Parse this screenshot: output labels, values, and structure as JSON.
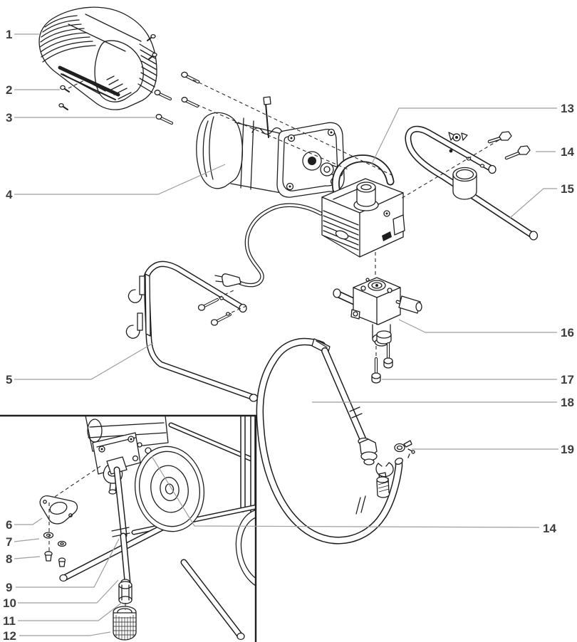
{
  "diagram": {
    "colors": {
      "background": "#ffffff",
      "part_line": "#1f1f1f",
      "leader_line": "#9e9e9e",
      "label_text": "#3d3d3d"
    },
    "callouts": {
      "c1": "1",
      "c2": "2",
      "c3": "3",
      "c4": "4",
      "c5": "5",
      "c6": "6",
      "c7": "7",
      "c8": "8",
      "c9": "9",
      "c10": "10",
      "c11": "11",
      "c12": "12",
      "c13": "13",
      "c14": "14",
      "c15": "15",
      "c16": "16",
      "c17": "17",
      "c18": "18",
      "c19": "19",
      "c14b": "14"
    }
  }
}
